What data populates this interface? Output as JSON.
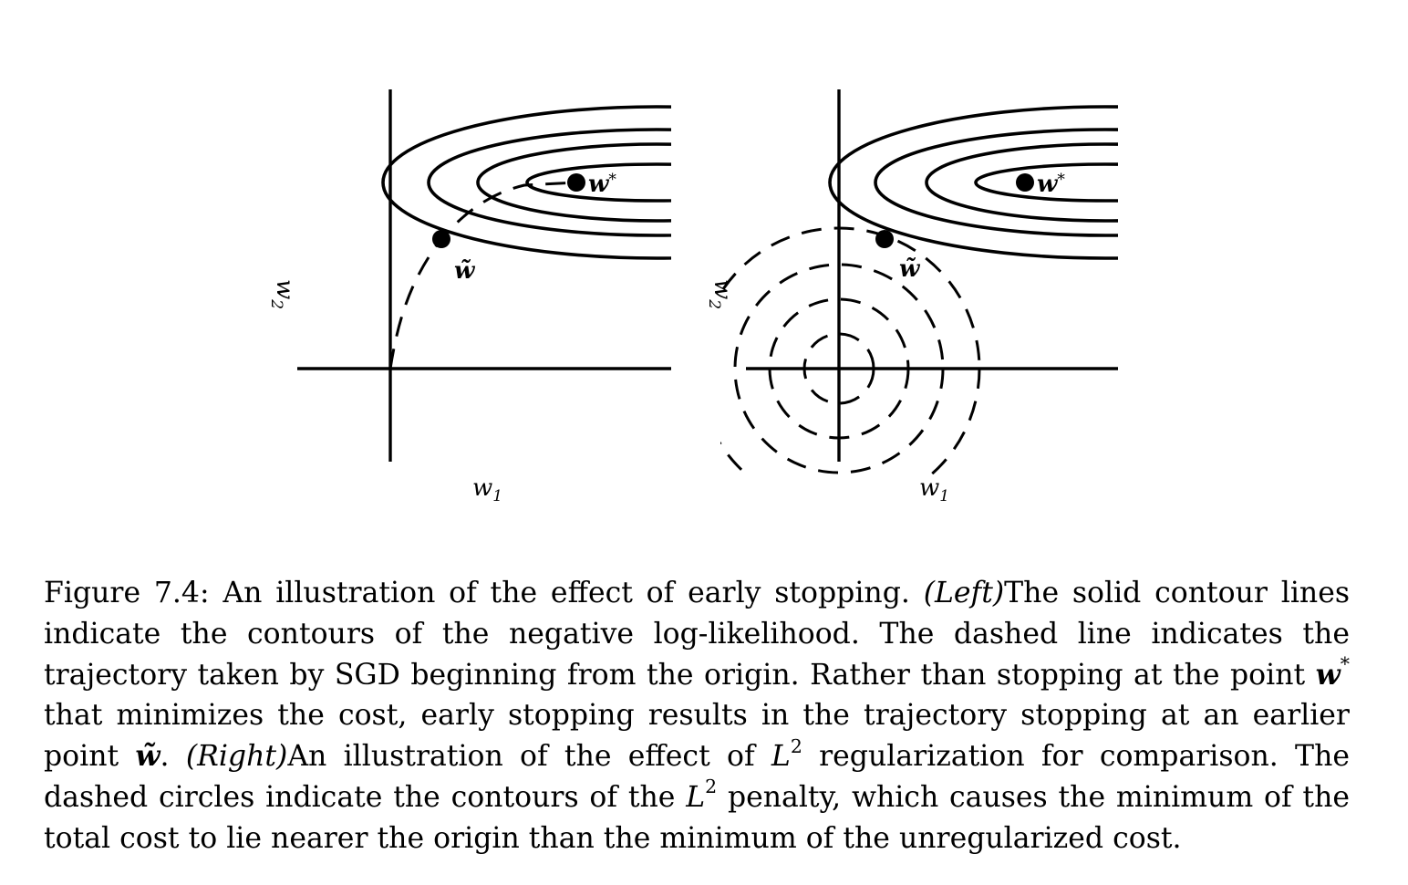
{
  "figure": {
    "panels": [
      {
        "name": "left",
        "x_axis_label": "w",
        "x_axis_subscript": "1",
        "y_axis_label": "w",
        "y_axis_subscript": "2",
        "optimum_label": "w*",
        "stop_point_label": "w̃",
        "contours": "solid ellipses (negative log-likelihood)",
        "trajectory": "dashed"
      },
      {
        "name": "right",
        "x_axis_label": "w",
        "x_axis_subscript": "1",
        "y_axis_label": "w",
        "y_axis_subscript": "2",
        "optimum_label": "w*",
        "stop_point_label": "w̃",
        "contours": "solid ellipses (negative log-likelihood)",
        "penalty_contours": "dashed circles"
      }
    ]
  },
  "caption": {
    "figure_number": "Figure 7.4:",
    "intro": "An illustration of the effect of early stopping.",
    "left_tag": "(Left)",
    "left_text_1": "The solid contour lines indicate the contours of the negative log-likelihood. The dashed line indicates the trajectory taken by SGD beginning from the origin. Rather than stopping at the point",
    "w_star": "w",
    "w_star_sup": "*",
    "left_text_2": "that minimizes the cost, early stopping results in the trajectory stopping at an earlier point",
    "w_tilde": "w̃",
    "period": ".",
    "right_tag": "(Right)",
    "right_text_1": "An illustration of the effect of",
    "L": "L",
    "L_sup": "2",
    "right_text_2": "regularization for comparison. The dashed circles indicate the contours of the",
    "right_text_3": "penalty, which causes the minimum of the total cost to lie nearer the origin than the minimum of the unregularized cost."
  }
}
